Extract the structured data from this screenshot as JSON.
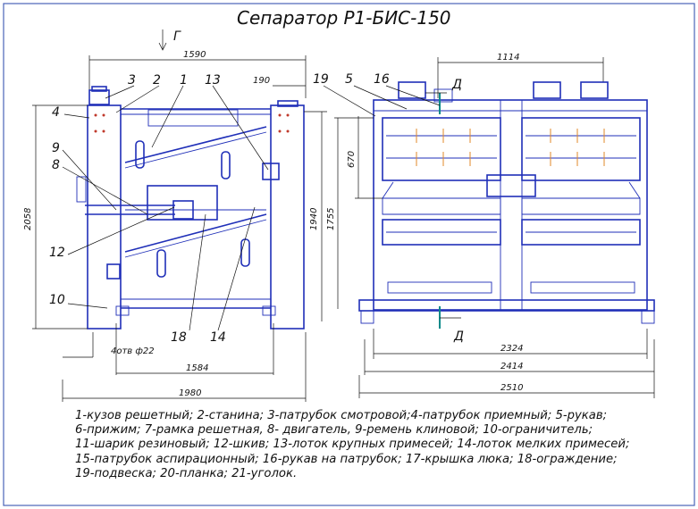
{
  "title": "Сепаратор Р1-БИС-150",
  "view_labels": {
    "view_g": "Г",
    "section_d_top": "Д",
    "section_d_bottom": "Д"
  },
  "dimensions": {
    "d1590": "1590",
    "d190": "190",
    "d2058": "2058",
    "d1940": "1940",
    "d1755": "1755",
    "d670": "670",
    "d1114": "1114",
    "holes": "4отв ф22",
    "d1584": "1584",
    "d1980": "1980",
    "d2324": "2324",
    "d2414": "2414",
    "d2510": "2510"
  },
  "callouts": {
    "c1": "1",
    "c2": "2",
    "c3": "3",
    "c4": "4",
    "c5": "5",
    "c8": "8",
    "c9": "9",
    "c10": "10",
    "c12": "12",
    "c13": "13",
    "c14": "14",
    "c16": "16",
    "c18": "18",
    "c19": "19"
  },
  "legend": [
    "1-кузов решетный; 2-станина; 3-патрубок смотровой;4-патрубок приемный; 5-рукав;",
    "6-прижим; 7-рамка решетная, 8- двигатель, 9-ремень клиновой; 10-ограничитель;",
    "11-шарик резиновый; 12-шкив; 13-лоток крупных примесей; 14-лоток мелких примесей;",
    "15-патрубок аспирационный; 16-рукав на патрубок; 17-крышка люка; 18-ограждение;",
    "19-подвеска; 20-планка; 21-уголок."
  ],
  "colors": {
    "machine_lines": "#1f2fb8",
    "dimension_lines": "#111111",
    "section_marks": "#0a8a8a",
    "frame_border": "#4a63b8"
  }
}
